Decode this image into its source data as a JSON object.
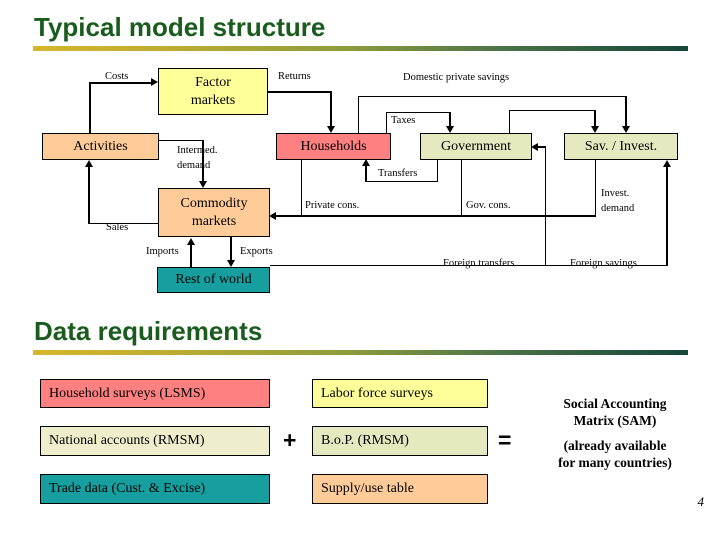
{
  "slide": {
    "page_number": "4",
    "sections": [
      {
        "title": "Typical model structure"
      },
      {
        "title": "Data requirements"
      }
    ]
  },
  "diagram": {
    "nodes": [
      {
        "id": "factor-markets",
        "label_line1": "Factor",
        "label_line2": "markets",
        "color": "#ffff99"
      },
      {
        "id": "activities",
        "label_line1": "Activities",
        "label_line2": "",
        "color": "#ffcc99"
      },
      {
        "id": "households",
        "label_line1": "Households",
        "label_line2": "",
        "color": "#ff8080"
      },
      {
        "id": "government",
        "label_line1": "Government",
        "label_line2": "",
        "color": "#e6e8bf"
      },
      {
        "id": "sav-invest",
        "label_line1": "Sav. / Invest.",
        "label_line2": "",
        "color": "#e6e8bf"
      },
      {
        "id": "commodity-markets",
        "label_line1": "Commodity",
        "label_line2": "markets",
        "color": "#ffcc99"
      },
      {
        "id": "rest-of-world",
        "label_line1": "Rest of world",
        "label_line2": "",
        "color": "#179e9e"
      }
    ],
    "flow_labels": [
      {
        "id": "costs",
        "text": "Costs"
      },
      {
        "id": "returns",
        "text": "Returns"
      },
      {
        "id": "domestic-private-savings",
        "text": "Domestic private savings"
      },
      {
        "id": "taxes",
        "text": "Taxes"
      },
      {
        "id": "intermed-demand-l1",
        "text": "Intermed."
      },
      {
        "id": "intermed-demand-l2",
        "text": "demand"
      },
      {
        "id": "transfers",
        "text": "Transfers"
      },
      {
        "id": "private-cons",
        "text": "Private cons."
      },
      {
        "id": "gov-cons",
        "text": "Gov. cons."
      },
      {
        "id": "invest-demand-l1",
        "text": "Invest."
      },
      {
        "id": "invest-demand-l2",
        "text": "demand"
      },
      {
        "id": "sales",
        "text": "Sales"
      },
      {
        "id": "imports",
        "text": "Imports"
      },
      {
        "id": "exports",
        "text": "Exports"
      },
      {
        "id": "foreign-transfers",
        "text": "Foreign transfers"
      },
      {
        "id": "foreign-savings",
        "text": "Foreign savings"
      }
    ]
  },
  "data_requirements": {
    "left_column": [
      {
        "label": "Household surveys (LSMS)",
        "color": "#ff8080"
      },
      {
        "label": "National accounts (RMSM)",
        "color": "#eeeecc"
      },
      {
        "label": "Trade data (Cust. & Excise)",
        "color": "#179e9e"
      }
    ],
    "right_column": [
      {
        "label": "Labor force surveys",
        "color": "#ffff99"
      },
      {
        "label": "B.o.P. (RMSM)",
        "color": "#e6e8bf"
      },
      {
        "label": "Supply/use table",
        "color": "#ffcc99"
      }
    ],
    "operators": {
      "plus": "+",
      "equals": "="
    },
    "result": {
      "line1": "Social Accounting",
      "line2": "Matrix (SAM)",
      "line3": "(already available",
      "line4": "for many countries)"
    }
  }
}
